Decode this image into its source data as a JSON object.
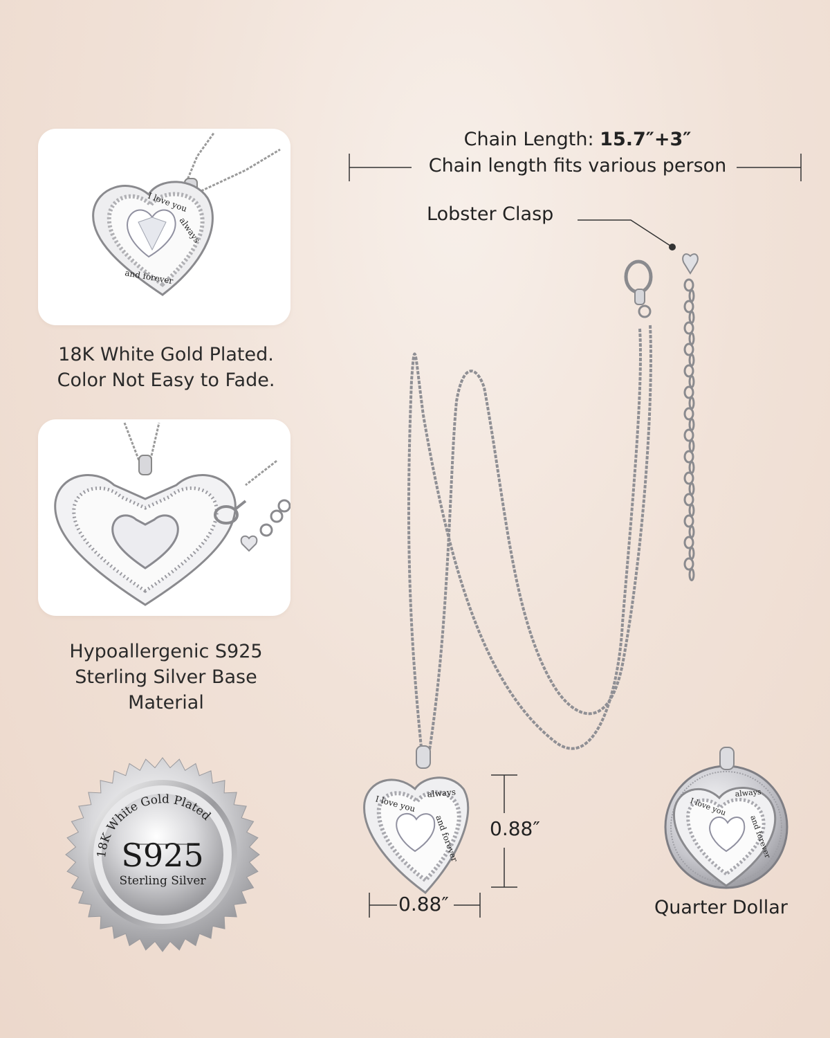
{
  "chain": {
    "length_label": "Chain Length: ",
    "length_value": "15.7″+3″",
    "fit_note": "Chain length fits various person"
  },
  "clasp": {
    "label": "Lobster Clasp"
  },
  "features": [
    {
      "lines": [
        "18K White Gold Plated.",
        "Color Not Easy to Fade."
      ]
    },
    {
      "lines": [
        "Hypoallergenic S925",
        "Sterling Silver Base",
        "Material"
      ]
    }
  ],
  "badge": {
    "arc_text": "18K White Gold Plated",
    "main": "S925",
    "sub": "Sterling Silver"
  },
  "pendant": {
    "engraving_1": "I love you",
    "engraving_2": "always",
    "engraving_3": "and forever",
    "height": "0.88″",
    "width": "0.88″"
  },
  "coin": {
    "label": "Quarter Dollar"
  },
  "colors": {
    "background": "#f1e2d8",
    "silver": "#c8c8cc",
    "dark": "#222222"
  }
}
